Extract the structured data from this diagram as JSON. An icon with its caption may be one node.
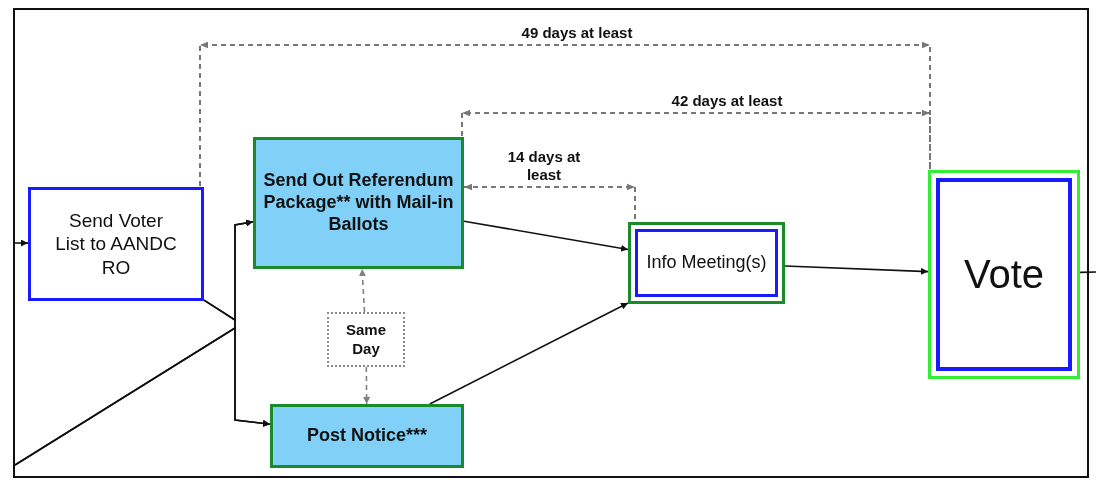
{
  "diagram": {
    "nodes": [
      {
        "text": [
          "Send Voter List to AANDC RO"
        ]
      },
      {
        "text": [
          "Send Out Referendum Package** with Mail-in Ballots"
        ]
      },
      {
        "text": [
          "Same Day"
        ]
      },
      {
        "text": [
          "Post Notice***"
        ]
      },
      {
        "text": [
          "Info Meeting(s)"
        ]
      },
      {
        "text": [
          "Vote"
        ]
      }
    ],
    "edges": [
      {
        "from": null,
        "to": 0,
        "arrow": "to"
      },
      {
        "from": 0,
        "to": 1,
        "arrow": "to"
      },
      {
        "from": 0,
        "to": 3,
        "arrow": "to"
      },
      {
        "from": null,
        "to": 1,
        "arrow": "to"
      },
      {
        "from": null,
        "to": 3,
        "arrow": "to"
      },
      {
        "from": 2,
        "to": 1,
        "arrow": "to",
        "style": "dashed",
        "color": "#808080"
      },
      {
        "from": 2,
        "to": 3,
        "arrow": "to",
        "style": "dashed",
        "color": "#808080"
      },
      {
        "from": 1,
        "to": 4,
        "arrow": "to"
      },
      {
        "from": 3,
        "to": 4,
        "arrow": "to"
      },
      {
        "from": 4,
        "to": 5,
        "arrow": "to"
      },
      {
        "from": 5,
        "to": null,
        "arrow": "none"
      }
    ],
    "labels": [
      "49 days at least",
      "42 days at least",
      "14 days at least"
    ]
  }
}
